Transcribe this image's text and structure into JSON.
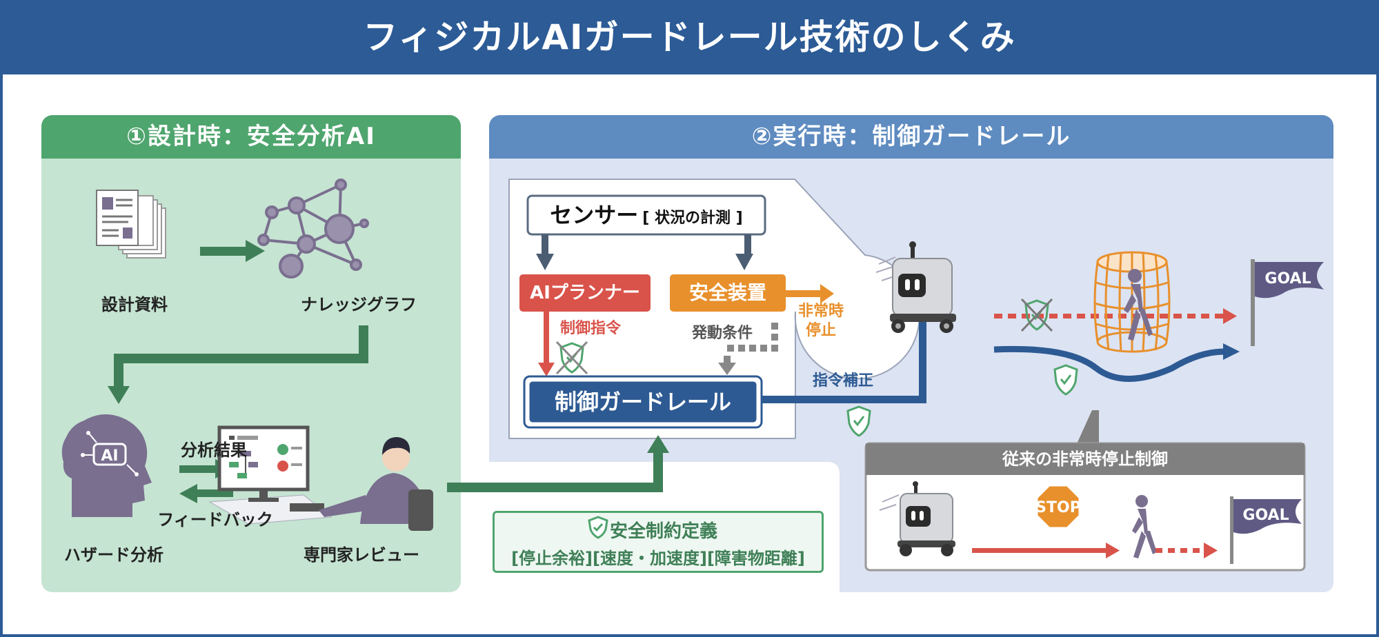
{
  "title": "フィジカルAIガードレール技術のしくみ",
  "design_panel": {
    "title": "①設計時：安全分析AI",
    "docs_label": "設計資料",
    "graph_label": "ナレッジグラフ",
    "hazard_label": "ハザード分析",
    "expert_label": "専門家レビュー",
    "result_label": "分析結果",
    "feedback_label": "フィードバック",
    "ai_badge": "AI"
  },
  "runtime_panel": {
    "title": "②実行時：制御ガードレール",
    "sensor_main": "センサー",
    "sensor_sub": "[ 状況の計測 ]",
    "planner_label": "AIプランナー",
    "safety_device_label": "安全装置",
    "control_command_label": "制御指令",
    "trigger_label": "発動条件",
    "emergency_stop_label": "非常時\n停止",
    "guardrail_label": "制御ガードレール",
    "correction_label": "指令補正",
    "goal_label": "GOAL"
  },
  "constraints": {
    "title": "安全制約定義",
    "items": "[停止余裕][速度・加速度][障害物距離]"
  },
  "conventional": {
    "title": "従来の非常時停止制御",
    "stop_label": "STOP",
    "goal_label": "GOAL"
  },
  "colors": {
    "title_bg": "#2c5b96",
    "green_header": "#4fa56e",
    "green_bg": "#c5e4d2",
    "blue_header": "#5e8bc0",
    "blue_bg": "#dce3f2",
    "arrow_green": "#3f7f57",
    "planner_red": "#d9534a",
    "safety_orange": "#e8902c",
    "guardrail_navy": "#2d5a93",
    "gray_header": "#808080"
  },
  "icons": [
    "document-stack-icon",
    "knowledge-graph-icon",
    "ai-head-icon",
    "expert-reviewer-icon",
    "shield-check-icon",
    "shield-cross-icon",
    "robot-icon",
    "goal-flag-icon",
    "stop-sign-icon",
    "pedestrian-icon",
    "cage-icon"
  ]
}
